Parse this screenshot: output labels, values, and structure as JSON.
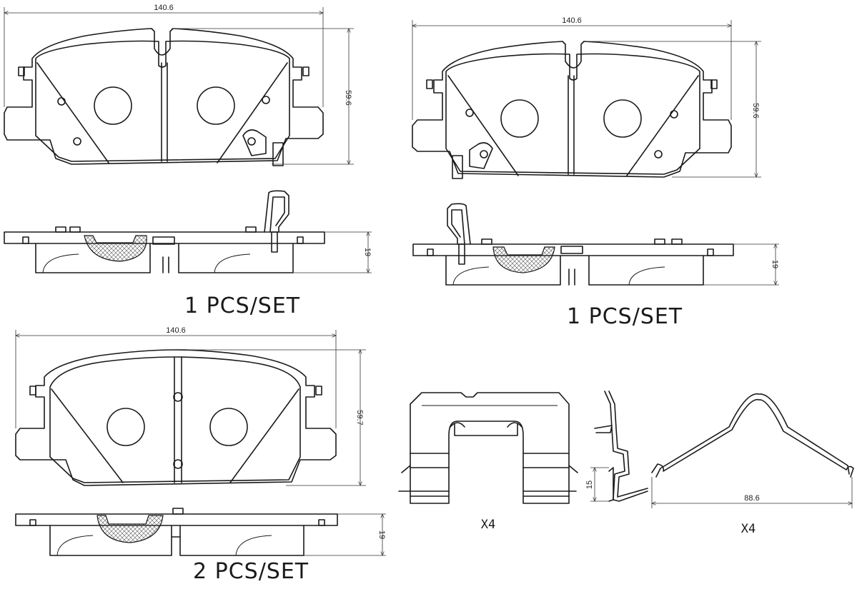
{
  "pads": {
    "top_left": {
      "width_dim": "140.6",
      "height_dim": "59.6",
      "thickness_dim": "19",
      "quantity_label": "1  PCS/SET"
    },
    "top_right": {
      "width_dim": "140.6",
      "height_dim": "59.6",
      "thickness_dim": "19",
      "quantity_label": "1  PCS/SET"
    },
    "bottom_left": {
      "width_dim": "140.6",
      "height_dim": "59.7",
      "thickness_dim": "19",
      "quantity_label": "2  PCS/SET"
    }
  },
  "hardware": {
    "clip": {
      "height_dim": "15",
      "multiplier": "X4"
    },
    "spring": {
      "width_dim": "88.6",
      "multiplier": "X4"
    }
  }
}
